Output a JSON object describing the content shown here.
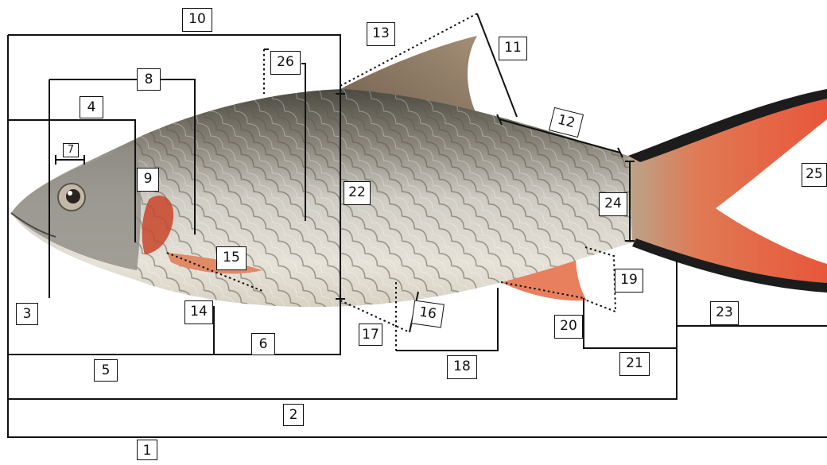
{
  "diagram": {
    "labels": [
      "1",
      "2",
      "3",
      "4",
      "5",
      "6",
      "7",
      "8",
      "9",
      "10",
      "11",
      "12",
      "13",
      "14",
      "15",
      "16",
      "17",
      "18",
      "19",
      "20",
      "21",
      "22",
      "23",
      "24",
      "25",
      "26"
    ],
    "colors": {
      "line": "#111111",
      "scale_silver": "#c9c7c0",
      "scale_dark": "#6f6a60",
      "back": "#4a4a3f",
      "belly": "#e6e1d6",
      "fin_orange": "#e0694a",
      "fin_dark": "#1c1c1c",
      "dorsal_fin": "#8d7a65"
    }
  }
}
